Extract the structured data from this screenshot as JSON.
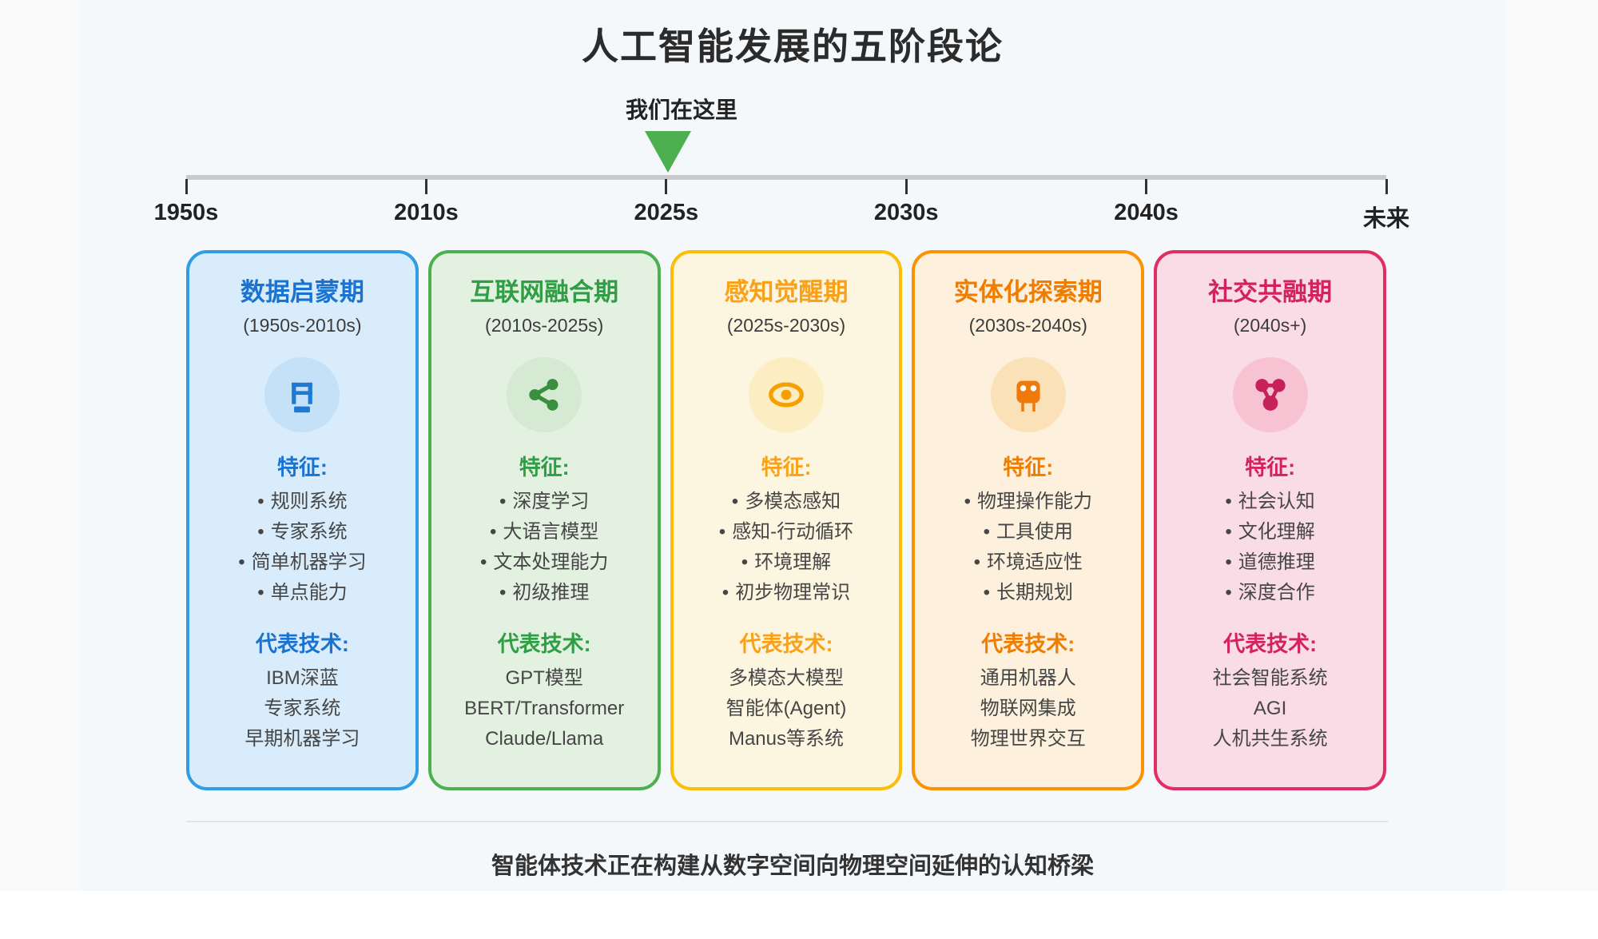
{
  "title": "人工智能发展的五阶段论",
  "ui": {
    "bullet": "•"
  },
  "timeline": {
    "marker_label": "我们在这里",
    "marker_color": "#4caf50",
    "labels": [
      "1950s",
      "2010s",
      "2025s",
      "2030s",
      "2040s",
      "未来"
    ]
  },
  "stages": [
    {
      "title": "数据启蒙期",
      "period": "(1950s-2010s)",
      "icon": "legacy-computer-icon",
      "features_label": "特征:",
      "features": [
        "规则系统",
        "专家系统",
        "简单机器学习",
        "单点能力"
      ],
      "tech_label": "代表技术:",
      "tech": [
        "IBM深蓝",
        "专家系统",
        "早期机器学习"
      ],
      "colors": {
        "border": "#2f9ce3",
        "background": "#d9ecfb",
        "accent": "#1a73d1",
        "icon_bg": "#c5e1f8",
        "icon": "#1c79d6"
      }
    },
    {
      "title": "互联网融合期",
      "period": "(2010s-2025s)",
      "icon": "share-network-icon",
      "features_label": "特征:",
      "features": [
        "深度学习",
        "大语言模型",
        "文本处理能力",
        "初级推理"
      ],
      "tech_label": "代表技术:",
      "tech": [
        "GPT模型",
        "BERT/Transformer",
        "Claude/Llama"
      ],
      "colors": {
        "border": "#4caf50",
        "background": "#e3f1e1",
        "accent": "#2f9e44",
        "icon_bg": "#d6e9d2",
        "icon": "#3a8f3e"
      }
    },
    {
      "title": "感知觉醒期",
      "period": "(2025s-2030s)",
      "icon": "eye-icon",
      "features_label": "特征:",
      "features": [
        "多模态感知",
        "感知-行动循环",
        "环境理解",
        "初步物理常识"
      ],
      "tech_label": "代表技术:",
      "tech": [
        "多模态大模型",
        "智能体(Agent)",
        "Manus等系统"
      ],
      "colors": {
        "border": "#fbbd08",
        "background": "#fcf6e1",
        "accent": "#f9a11b",
        "icon_bg": "#fcedc2",
        "icon": "#f59f00"
      }
    },
    {
      "title": "实体化探索期",
      "period": "(2030s-2040s)",
      "icon": "robot-icon",
      "features_label": "特征:",
      "features": [
        "物理操作能力",
        "工具使用",
        "环境适应性",
        "长期规划"
      ],
      "tech_label": "代表技术:",
      "tech": [
        "通用机器人",
        "物联网集成",
        "物理世界交互"
      ],
      "colors": {
        "border": "#fb9300",
        "background": "#fdf0dc",
        "accent": "#f07c00",
        "icon_bg": "#fbe1b8",
        "icon": "#f0790b"
      }
    },
    {
      "title": "社交共融期",
      "period": "(2040s+)",
      "icon": "social-network-icon",
      "features_label": "特征:",
      "features": [
        "社会认知",
        "文化理解",
        "道德推理",
        "深度合作"
      ],
      "tech_label": "代表技术:",
      "tech": [
        "社会智能系统",
        "AGI",
        "人机共生系统"
      ],
      "colors": {
        "border": "#e02e62",
        "background": "#fadce7",
        "accent": "#d2235c",
        "icon_bg": "#f7c3d3",
        "icon": "#c6215a"
      }
    }
  ],
  "footer": "智能体技术正在构建从数字空间向物理空间延伸的认知桥梁"
}
